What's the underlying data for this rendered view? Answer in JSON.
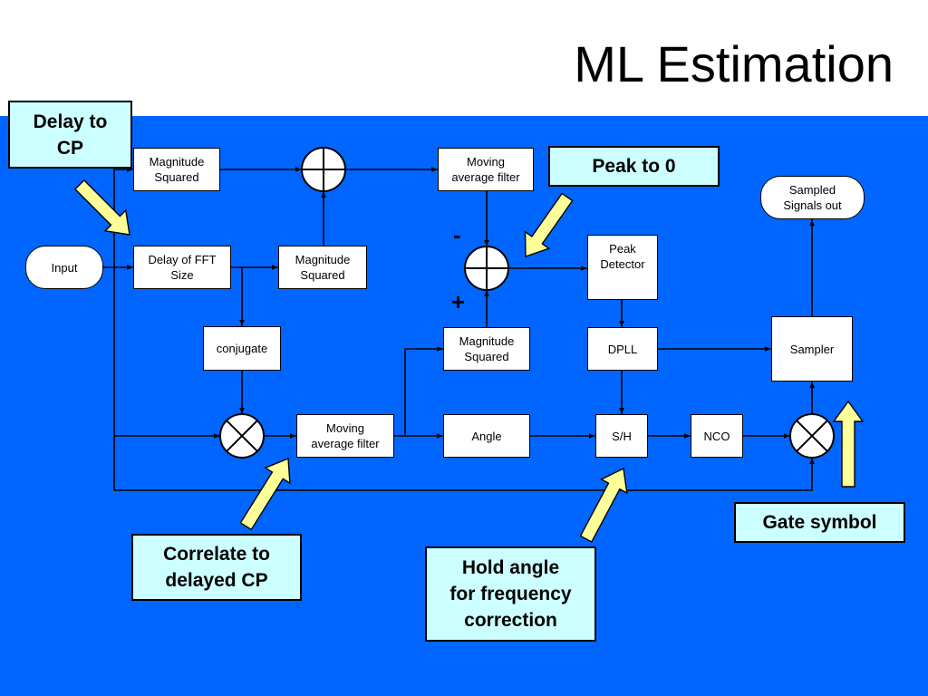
{
  "title": "ML Estimation",
  "colors": {
    "panel": "#0066ff",
    "callout_fill": "#ccffff",
    "arrow_fill": "#ffff99"
  },
  "blocks": {
    "mag_sq_1": "Magnitude\nSquared",
    "moving_avg_1": "Moving\naverage filter",
    "input": "Input",
    "delay_fft": "Delay of FFT\nSize",
    "mag_sq_2": "Magnitude\nSquared",
    "peak_detector": "Peak\nDetector",
    "sampled_out": "Sampled\nSignals out",
    "conjugate": "conjugate",
    "mag_sq_3": "Magnitude\nSquared",
    "dpll": "DPLL",
    "sampler": "Sampler",
    "moving_avg_2": "Moving\naverage filter",
    "angle": "Angle",
    "sh": "S/H",
    "nco": "NCO"
  },
  "signs": {
    "minus": "-",
    "plus": "+"
  },
  "callouts": {
    "delay_cp": "Delay to\nCP",
    "peak_zero": "Peak to 0",
    "correlate": "Correlate to\ndelayed CP",
    "hold_angle": "Hold angle\nfor frequency\ncorrection",
    "gate": "Gate symbol"
  },
  "symbols": {
    "adder": "summing-junction-icon",
    "multiplier": "multiplier-icon"
  }
}
